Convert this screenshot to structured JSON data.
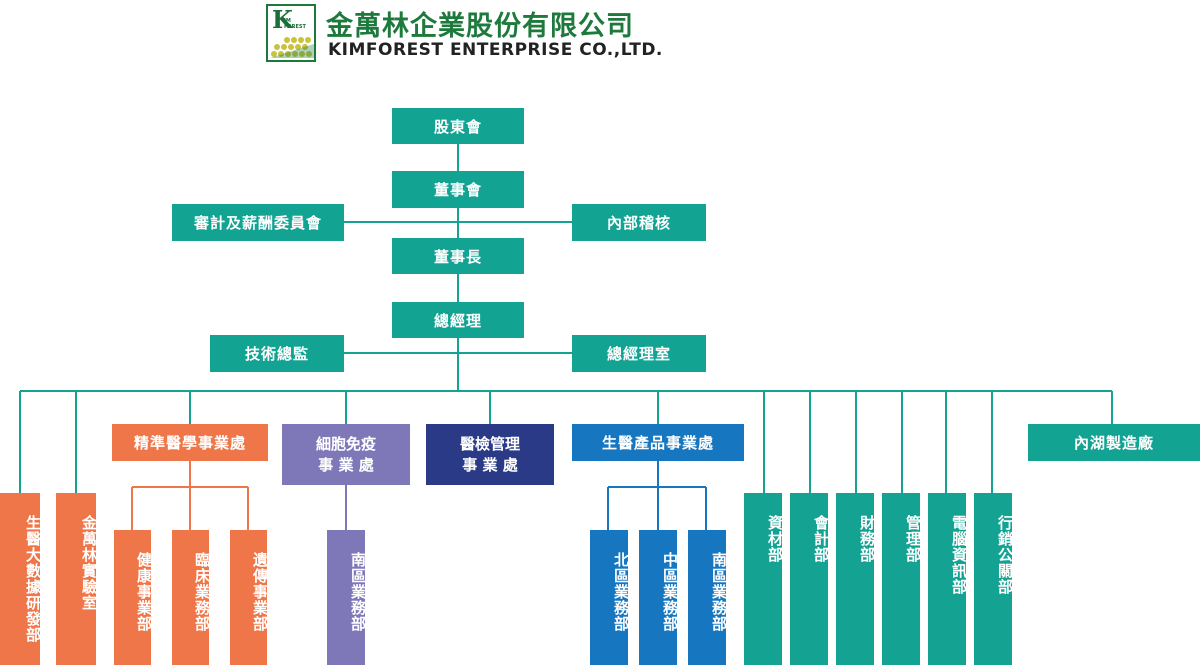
{
  "header": {
    "company_cn": "金萬林企業股份有限公司",
    "company_en": "KIMFOREST ENTERPRISE CO.,LTD.",
    "logo_mark": "Kim FOREST"
  },
  "org": {
    "shareholders": "股東會",
    "board": "董事會",
    "audit_comp": "審計及薪酬委員會",
    "internal_audit": "內部稽核",
    "chairman": "董事長",
    "gm": "總經理",
    "cto": "技術總監",
    "gm_office": "總經理室",
    "precision_med": "精準醫學事業處",
    "cell_immuno": [
      "細胞免疫",
      "事 業 處"
    ],
    "med_test": [
      "醫檢管理",
      "事 業 處"
    ],
    "bio_products": "生醫產品事業處",
    "neihu_factory": "內湖製造廠",
    "bigdata_rd": "生醫大數據研發部",
    "lab": "金萬林實驗室",
    "health": "健康事業部",
    "clinical": "臨床業務部",
    "genetics": "遺傳事業部",
    "south_cell": "南區業務部",
    "north_bio": "北區業務部",
    "central_bio": "中區業務部",
    "south_bio": "南區業務部",
    "it": "資材部",
    "accounting": "會計部",
    "finance": "財務部",
    "admin": "管理部",
    "computer_it": "電腦資訊部",
    "marketing": "行銷公關部"
  },
  "colors": {
    "teal": "#13a393",
    "orange": "#ee7648",
    "purple": "#7e77b8",
    "navy": "#2b3a87",
    "blue": "#1677c0",
    "line": "#13a393"
  }
}
